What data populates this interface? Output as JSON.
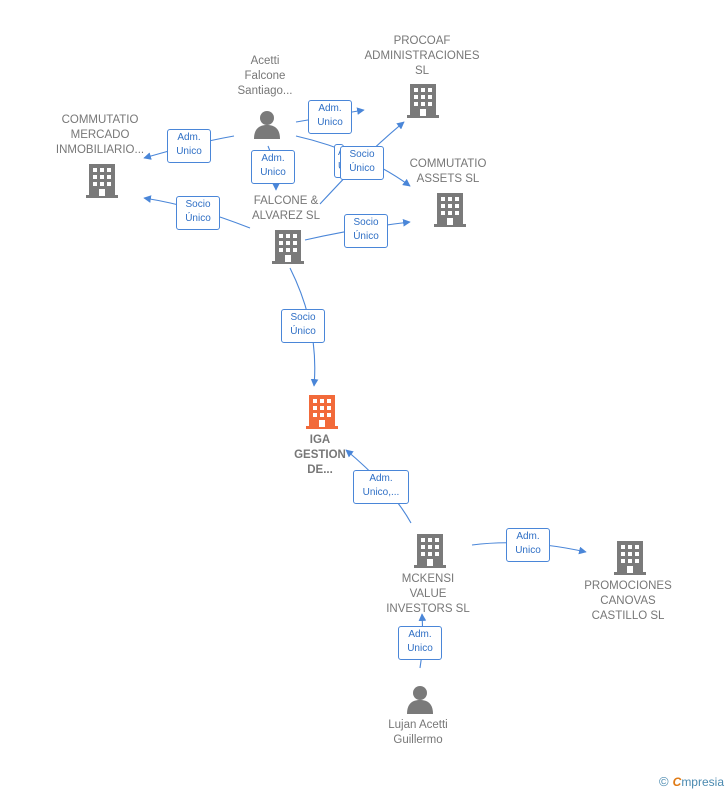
{
  "colors": {
    "edge": "#4a86d8",
    "node": "#7a7a7a",
    "focus": "#f26a3a"
  },
  "nodes": {
    "acetti_falcone": {
      "label": "Acetti\nFalcone\nSantiago...",
      "icon": "person-icon"
    },
    "procoaf": {
      "label": "PROCOAF\nADMINISTRACIONES\nSL",
      "icon": "building-icon"
    },
    "commutatio_mercado": {
      "label": "COMMUTATIO\nMERCADO\nINMOBILIARIO...",
      "icon": "building-icon"
    },
    "commutatio_assets": {
      "label": "COMMUTATIO\nASSETS  SL",
      "icon": "building-icon"
    },
    "falcone_alvarez": {
      "label": "FALCONE &\nALVAREZ  SL",
      "icon": "building-icon"
    },
    "iga_gestion": {
      "label": "IGA\nGESTION\nDE...",
      "icon": "building-icon"
    },
    "mckensi": {
      "label": "MCKENSI\nVALUE\nINVESTORS  SL",
      "icon": "building-icon"
    },
    "promociones": {
      "label": "PROMOCIONES\nCANOVAS\nCASTILLO  SL",
      "icon": "building-icon"
    },
    "lujan": {
      "label": "Lujan Acetti\nGuillermo",
      "icon": "person-icon"
    }
  },
  "edges": {
    "acetti_procoaf": "Adm.\nUnico",
    "acetti_mercado": "Adm.\nUnico",
    "acetti_falcone": "Adm.\nUnico",
    "acetti_assets": "Adm.\nUnico",
    "falcone_procoaf": "Socio\nÚnico",
    "falcone_mercado": "Socio\nÚnico",
    "falcone_assets": "Socio\nÚnico",
    "falcone_iga": "Socio\nÚnico",
    "mckensi_iga": "Adm.\nUnico,...",
    "mckensi_promociones": "Adm.\nUnico",
    "lujan_mckensi": "Adm.\nUnico"
  },
  "brand": {
    "copyright": "©",
    "e": "C",
    "name": "mpresia"
  }
}
